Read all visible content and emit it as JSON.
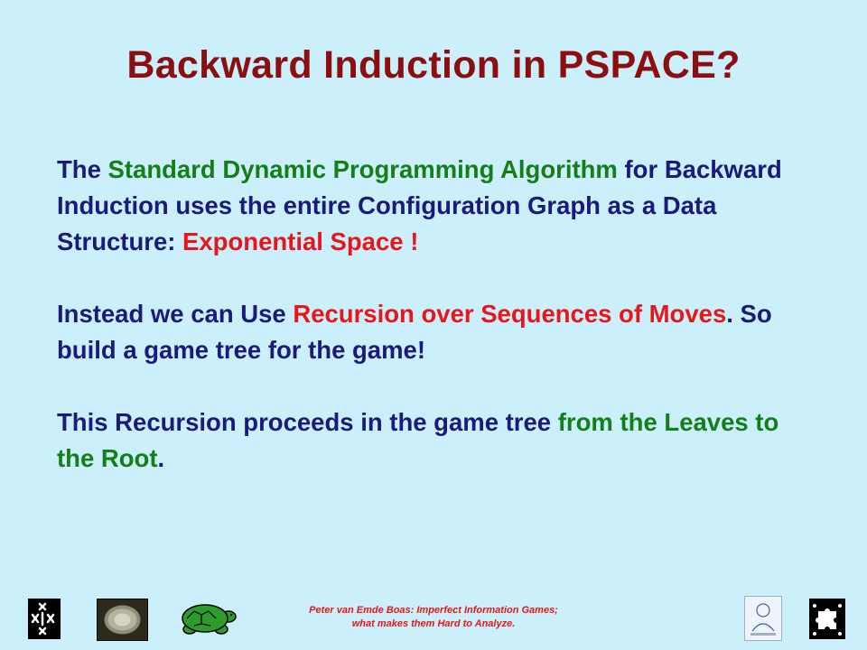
{
  "slide": {
    "title": "Backward Induction in PSPACE?",
    "para1": {
      "t1": "The ",
      "t2": "Standard Dynamic Programming Algorithm",
      "t3": " for Backward Induction uses the entire Configuration Graph as a Data Structure:  ",
      "t4": "Exponential Space !"
    },
    "para2": {
      "t1": "Instead we can Use ",
      "t2": "Recursion over Sequences of Moves",
      "t3": ".  So build a game tree for the game!"
    },
    "para3": {
      "t1": "This Recursion proceeds in the game tree ",
      "t2": "from the Leaves to the Root",
      "t3": "."
    }
  },
  "footer": {
    "line1": "Peter van Emde Boas: Imperfect Information Games;",
    "line2": "what makes them Hard to Analyze."
  },
  "colors": {
    "background": "#ccf0fb",
    "title": "#8b0f10",
    "body": "#1a1a7e",
    "green_emphasis": "#137f16",
    "red_emphasis": "#e8161a"
  },
  "icons": [
    "university-logo-icon",
    "coin-icon",
    "turtle-icon",
    "portrait-icon",
    "puzzle-icon"
  ]
}
